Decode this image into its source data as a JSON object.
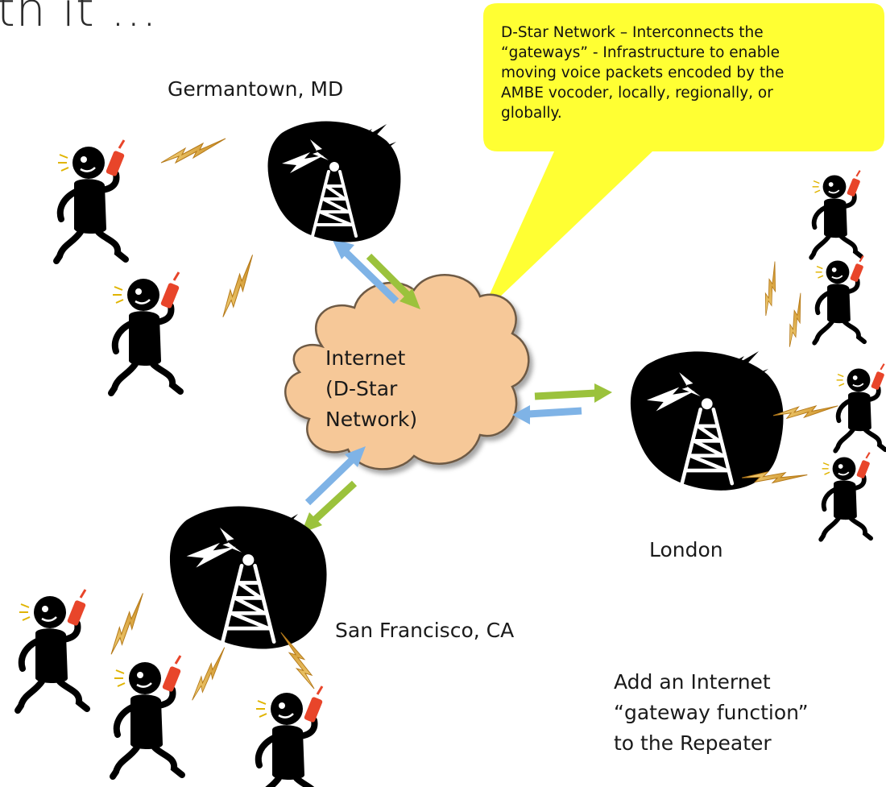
{
  "slide_title": "th it ...",
  "callout": {
    "text": "D-Star Network – Interconnects the\n“gateways” -  Infrastructure to enable\nmoving voice packets encoded by the\nAMBE vocoder, locally, regionally, or\nglobally."
  },
  "cloud": {
    "text": "   Internet\n(D-Star\n Network)"
  },
  "locations": {
    "germantown": "Germantown, MD",
    "london": "London",
    "san_francisco": "San Francisco, CA"
  },
  "footnote": "Add an Internet\n“gateway function”\nto the Repeater",
  "colors": {
    "callout_fill": "#ffff33",
    "cloud_fill": "#f6c898",
    "arrow_blue": "#7fb3e6",
    "arrow_green": "#9bc23c",
    "lightning": "#e0a83a",
    "radio_red": "#e8452a",
    "silhouette": "#000000"
  },
  "icons": [
    "repeater-tower-icon",
    "ham-operator-icon",
    "lightning-bolt-icon",
    "handheld-radio-icon",
    "cloud-icon"
  ]
}
